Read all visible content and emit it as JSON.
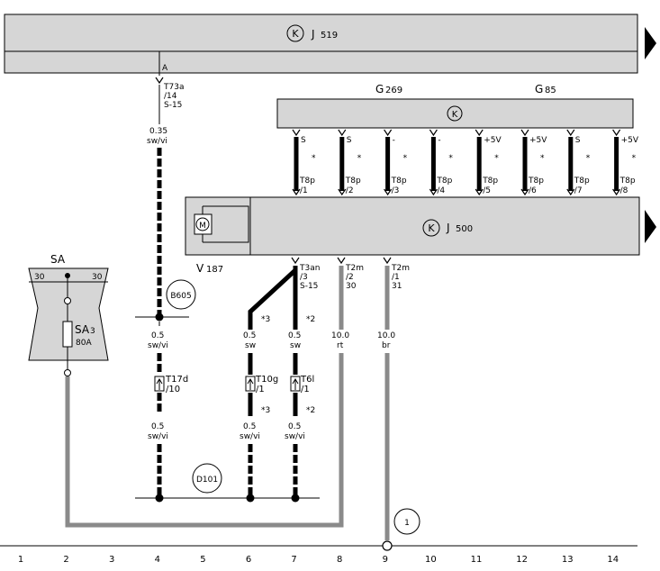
{
  "components": {
    "j519": {
      "k": "K",
      "name": "J",
      "sub": "519",
      "pin_a": "A"
    },
    "g_labels": {
      "g269_name": "G",
      "g269_sub": "269",
      "g85_name": "G",
      "g85_sub": "85"
    },
    "g_k": "K",
    "j500": {
      "k": "K",
      "name": "J",
      "sub": "500"
    },
    "motor": {
      "m": "M",
      "name": "V",
      "sub": "187"
    },
    "sa": {
      "title": "SA",
      "left30": "30",
      "right30": "30",
      "fuse_name": "SA",
      "fuse_sub": "3",
      "fuse_rating": "80A"
    }
  },
  "connectors": {
    "t73a": {
      "l1": "T73a",
      "l2": "/14",
      "l3": "S-15"
    },
    "t3an": {
      "l1": "T3an",
      "l2": "/3",
      "l3": "S-15"
    },
    "t2m_30": {
      "l1": "T2m",
      "l2": "/2",
      "l3": "30"
    },
    "t2m_31": {
      "l1": "T2m",
      "l2": "/1",
      "l3": "31"
    },
    "t17d": {
      "l1": "T17d",
      "l2": "/10"
    },
    "t10g": {
      "l1": "T10g",
      "l2": "/1"
    },
    "t6l": {
      "l1": "T6l",
      "l2": "/1"
    }
  },
  "t8p_pins": [
    {
      "sig": "S",
      "mark": "*",
      "conn": "T8p",
      "pin": "/1"
    },
    {
      "sig": "S",
      "mark": "*",
      "conn": "T8p",
      "pin": "/2"
    },
    {
      "sig": "-",
      "mark": "*",
      "conn": "T8p",
      "pin": "/3"
    },
    {
      "sig": "-",
      "mark": "*",
      "conn": "T8p",
      "pin": "/4"
    },
    {
      "sig": "+5V",
      "mark": "*",
      "conn": "T8p",
      "pin": "/5"
    },
    {
      "sig": "+5V",
      "mark": "*",
      "conn": "T8p",
      "pin": "/6"
    },
    {
      "sig": "S",
      "mark": "*",
      "conn": "T8p",
      "pin": "/7"
    },
    {
      "sig": "+5V",
      "mark": "*",
      "conn": "T8p",
      "pin": "/8"
    }
  ],
  "wires": {
    "w_035": {
      "size": "0.35",
      "color": "sw/vi"
    },
    "w4_upper": {
      "size": "0.5",
      "color": "sw/vi"
    },
    "w4_lower": {
      "size": "0.5",
      "color": "sw/vi"
    },
    "w6_upper": {
      "size": "0.5",
      "color": "sw"
    },
    "w6_lower": {
      "size": "0.5",
      "color": "sw/vi"
    },
    "w7_upper": {
      "size": "0.5",
      "color": "sw"
    },
    "w7_lower": {
      "size": "0.5",
      "color": "sw/vi"
    },
    "w8": {
      "size": "10.0",
      "color": "rt"
    },
    "w9": {
      "size": "10.0",
      "color": "br"
    }
  },
  "notes": {
    "n3a": "*3",
    "n3b": "*3",
    "n2a": "*2",
    "n2b": "*2"
  },
  "connections": {
    "b605": "B605",
    "d101": "D101",
    "ground1": "1"
  },
  "columns": [
    "1",
    "2",
    "3",
    "4",
    "5",
    "6",
    "7",
    "8",
    "9",
    "10",
    "11",
    "12",
    "13",
    "14"
  ]
}
